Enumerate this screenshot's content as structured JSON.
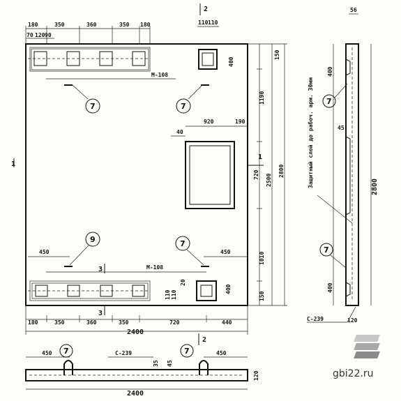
{
  "drawing": {
    "top_dims": [
      "180",
      "350",
      "360",
      "350",
      "180"
    ],
    "top_small": [
      "70",
      "120",
      "90"
    ],
    "top_right_dims": [
      "110",
      "110"
    ],
    "right_top_dims": [
      "150",
      "400"
    ],
    "label_m108": "М-108",
    "callout_7": "7",
    "callout_9": "9",
    "dim_1190": "1190",
    "win_dims": [
      "920",
      "190"
    ],
    "win_side": "40",
    "section_1": "1",
    "section_2": "2",
    "section_3": "3",
    "dim_720": "720",
    "dim_1010": "1010",
    "dim_2500": "2500",
    "dim_2800": "2800",
    "dim_2800_outer": "2800",
    "dim_450_l": "450",
    "dim_450_r": "450",
    "bottom_dims": [
      "180",
      "350",
      "360",
      "350",
      "720",
      "440"
    ],
    "dim_2400": "2400",
    "right_small_dims": [
      "110",
      "110",
      "20"
    ],
    "dim_400_r": "400",
    "dim_150_b": "150",
    "side_top": "56",
    "side_400_top": "400",
    "side_45": "45",
    "side_400_bot": "400",
    "side_120": "120",
    "side_s239": "С-239",
    "side_note": "Защитный слой до рабоч. арм. 30мм",
    "bottom_view_450_l": "450",
    "bottom_view_450_r": "450",
    "bottom_view_s239": "С-239",
    "bottom_view_35": "35",
    "bottom_view_45": "45",
    "bottom_view_2400": "2400",
    "bottom_view_120": "120",
    "watermark": "gbi22.ru"
  }
}
